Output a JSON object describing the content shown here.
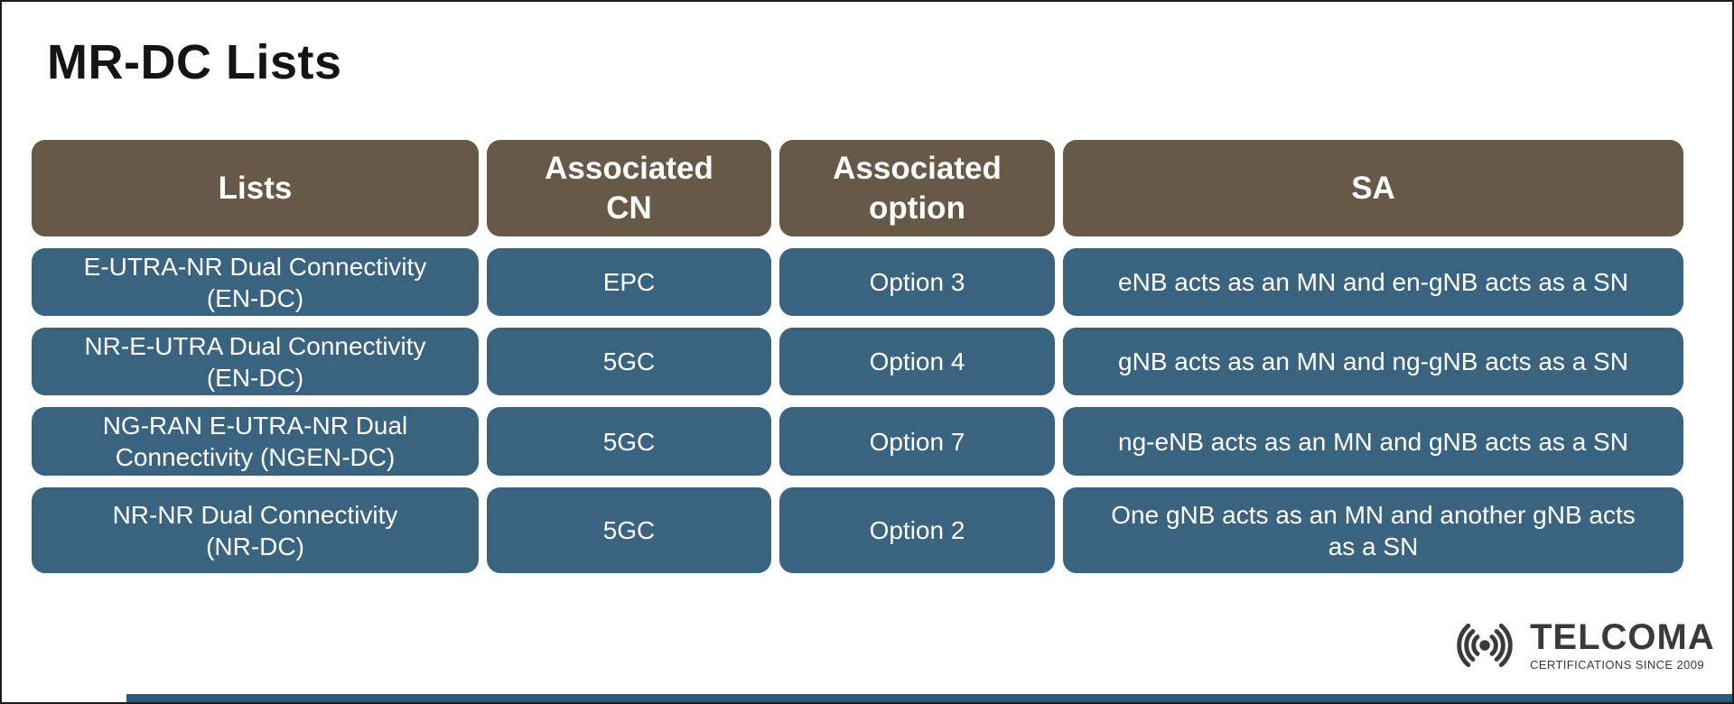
{
  "page": {
    "title": "MR-DC Lists"
  },
  "table": {
    "headers": [
      {
        "label": "Lists"
      },
      {
        "label": "Associated\nCN"
      },
      {
        "label": "Associated\noption"
      },
      {
        "label": "SA"
      }
    ],
    "rows": [
      {
        "list": "E-UTRA-NR Dual Connectivity\n(EN-DC)",
        "cn": "EPC",
        "option": "Option 3",
        "sa": "eNB acts as an MN and en-gNB acts as a SN"
      },
      {
        "list": "NR-E-UTRA Dual Connectivity\n(EN-DC)",
        "cn": "5GC",
        "option": "Option 4",
        "sa": "gNB acts as an MN and ng-gNB acts as a SN"
      },
      {
        "list": "NG-RAN E-UTRA-NR Dual\nConnectivity (NGEN-DC)",
        "cn": "5GC",
        "option": "Option 7",
        "sa": "ng-eNB acts as an MN and gNB acts as a SN"
      },
      {
        "list": "NR-NR Dual Connectivity\n(NR-DC)",
        "cn": "5GC",
        "option": "Option 2",
        "sa": "One gNB acts as an MN and another gNB acts\nas a SN"
      }
    ]
  },
  "logo": {
    "name": "TELCOMA",
    "tagline": "CERTIFICATIONS SINCE 2009",
    "icon": "radio-waves-icon"
  },
  "colors": {
    "header_bg": "#665948",
    "cell_bg": "#3a6380",
    "header_text": "#ffffff",
    "cell_text": "#ffffff",
    "title_text": "#141414",
    "logo_text": "#3a3a3a",
    "bottom_bar": "#2e5a7b"
  }
}
